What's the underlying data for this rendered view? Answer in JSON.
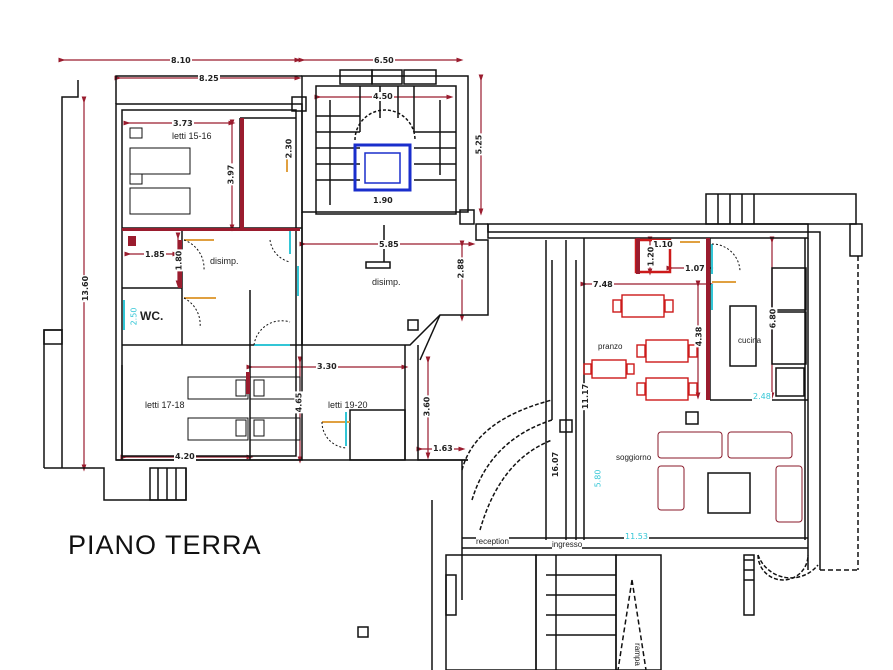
{
  "plan": {
    "title": "PIANO  TERRA",
    "colors": {
      "walls": "#111111",
      "dimension_lines": "#9a1c2e",
      "furniture_red": "#cc1a1a",
      "elevator_blue": "#1a2ecc",
      "door_cyan": "#33c6d6",
      "door_orange": "#e0a040"
    },
    "rooms": [
      {
        "name": "letti 15-16",
        "label": "letti 15-16"
      },
      {
        "name": "disimp-left",
        "label": "disimp."
      },
      {
        "name": "disimp-center",
        "label": "disimp."
      },
      {
        "name": "wc",
        "label": "WC."
      },
      {
        "name": "letti 17-18",
        "label": "letti 17-18"
      },
      {
        "name": "letti 19-20",
        "label": "letti 19-20"
      },
      {
        "name": "pranzo",
        "label": "pranzo"
      },
      {
        "name": "cucina",
        "label": "cucina"
      },
      {
        "name": "soggiorno",
        "label": "soggiorno"
      },
      {
        "name": "reception",
        "label": "reception"
      },
      {
        "name": "ingresso",
        "label": "ingresso"
      },
      {
        "name": "rampa",
        "label": "rampa"
      }
    ],
    "dimensions": {
      "top_left": "8.10",
      "top_right": "6.50",
      "upper_left": "8.25",
      "stair_width": "4.50",
      "stair_height": "5.25",
      "room1516_width": "3.73",
      "room1516_height": "3.97",
      "bath_top": "2.30",
      "elevator": "1.90",
      "disimp_width": "5.85",
      "disimp_height": "2.88",
      "small_bath_width": "1.85",
      "small_bath_height": "1.80",
      "wc_height": "2.50",
      "left_total": "13.60",
      "room1920_width": "3.30",
      "room1718_height": "4.65",
      "room1718_width": "4.20",
      "corridor_height": "3.60",
      "corridor_width": "1.63",
      "pranzo_width": "7.48",
      "pranzo_height": "4.38",
      "toilet_a_w": "1.10",
      "toilet_a_h": "1.20",
      "toilet_b_w": "1.07",
      "cucina_height": "6.80",
      "cucina_bottom": "2.48",
      "col_a": "16.07",
      "col_b": "11.17",
      "soggiorno_v": "5.80",
      "bottom_span": "11.53"
    }
  }
}
